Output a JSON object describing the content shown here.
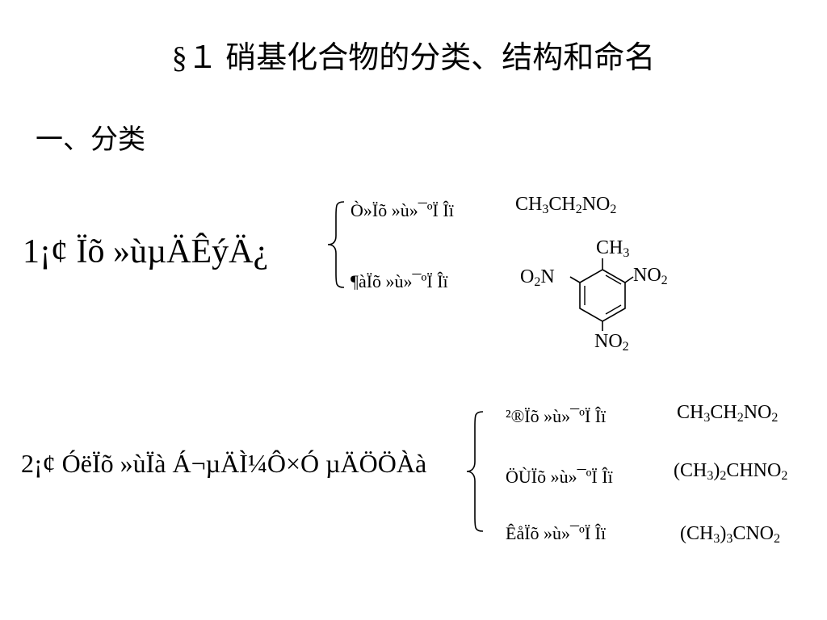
{
  "title": "§１ 硝基化合物的分类、结构和命名",
  "section": "一、分类",
  "group1": {
    "heading": "1¡¢ Ïõ »ùµÄÊýÄ¿",
    "branches": [
      {
        "label": "Ò»Ïõ »ù»¯ºÏ Îï",
        "formula": {
          "a": "CH",
          "b": "3",
          "c": "CH",
          "d": "2",
          "e": "NO",
          "f": "2"
        }
      },
      {
        "label": "¶àÏõ »ù»¯ºÏ Îï",
        "structure": {
          "top_a": "CH",
          "top_b": "3",
          "left_a": "O",
          "left_b": "2",
          "left_c": "N",
          "right_a": "NO",
          "right_b": "2",
          "bottom_a": "NO",
          "bottom_b": "2"
        }
      }
    ]
  },
  "group2": {
    "heading": "2¡¢ ÓëÏõ »ùÏà Á¬µÄÌ¼Ô­×Ó µÄÖÖÀà",
    "branches": [
      {
        "label": "²®Ïõ »ù»¯ºÏ Îï",
        "formula": {
          "a": "CH",
          "b": "3",
          "c": "CH",
          "d": "2",
          "e": "NO",
          "f": "2"
        }
      },
      {
        "label": "ÖÙÏõ »ù»¯ºÏ Îï",
        "formula": {
          "a": "(CH",
          "b": "3",
          "c": ")",
          "d": "2",
          "e": "CHNO",
          "f": "2"
        }
      },
      {
        "label": "ÊåÏõ »ù»¯ºÏ Îï",
        "formula": {
          "a": "(CH",
          "b": "3",
          "c": ")",
          "d": "3",
          "e": "CNO",
          "f": "2"
        }
      }
    ]
  }
}
